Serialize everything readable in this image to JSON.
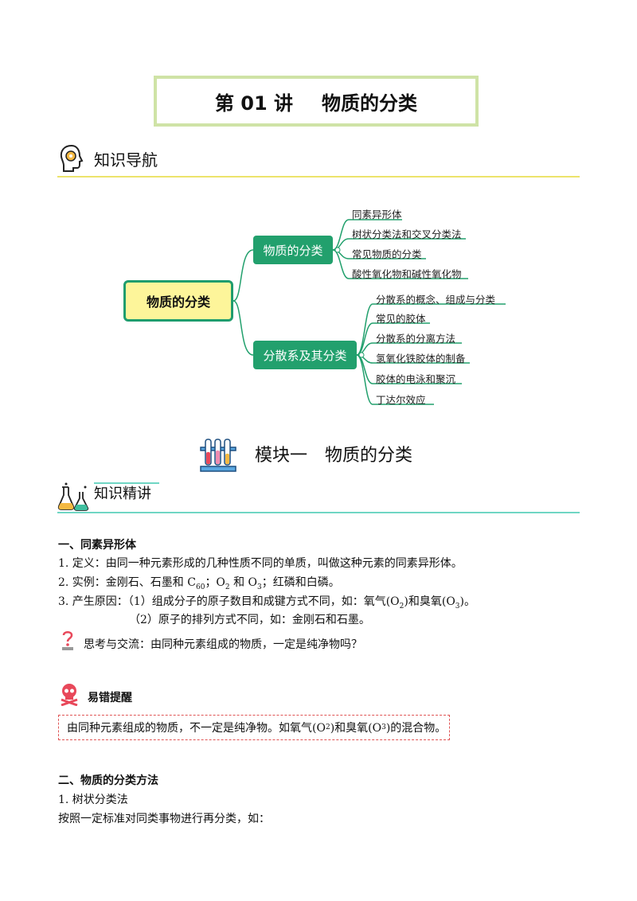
{
  "title": {
    "part1": "第 01 讲",
    "part2": "物质的分类"
  },
  "nav": {
    "heading": "知识导航"
  },
  "mindmap": {
    "root": "物质的分类",
    "branch1": {
      "label": "物质的分类",
      "leaves": [
        "同素异形体",
        "树状分类法和交叉分类法",
        "常见物质的分类",
        "酸性氧化物和碱性氧化物"
      ]
    },
    "branch2": {
      "label": "分散系及其分类",
      "leaves": [
        "分散系的概念、组成与分类",
        "常见的胶体",
        "分散系的分离方法",
        "氢氧化铁胶体的制备",
        "胶体的电泳和聚沉",
        "丁达尔效应"
      ]
    }
  },
  "module": {
    "part1": "模块一",
    "part2": "物质的分类"
  },
  "lecture": {
    "heading": "知识精讲"
  },
  "section1": {
    "heading": "一、同素异形体",
    "def": "1. 定义：由同一种元素形成的几种性质不同的单质，叫做这种元素的同素异形体。",
    "example": {
      "a": "2. 实例：金刚石、石墨和 C",
      "a_sub": "60",
      "b": "；O",
      "b_sub": "2",
      "c": " 和 O",
      "c_sub": "3",
      "d": "；红磷和白磷。"
    },
    "cause1": {
      "a": "3. 产生原因：（1）组成分子的原子数目和成键方式不同，如：氧气(O",
      "a_sub": "2",
      "b": ")和臭氧(O",
      "b_sub": "3",
      "c": ")。"
    },
    "cause2": "（2）原子的排列方式不同，如：金刚石和石墨。",
    "think": "思考与交流：由同种元素组成的物质，一定是纯净物吗？",
    "warn_title": "易错提醒",
    "warn": {
      "a": "由同种元素组成的物质，不一定是纯净物。如氧气(O",
      "a_sub": "2",
      "b": ")和臭氧(O",
      "b_sub": "3",
      "c": ")的混合物。"
    }
  },
  "section2": {
    "heading": "二、物质的分类方法",
    "sub1": "1. 树状分类法",
    "text": "按照一定标准对同类事物进行再分类，如："
  },
  "colors": {
    "accent_green": "#22a06d",
    "root_fill": "#fdf59a",
    "title_border": "#cfe3a6",
    "rule_yellow": "#ece36b",
    "rule_teal": "#6fd6c4",
    "warn_red": "#e05555"
  },
  "icons": [
    "brain-gear-icon",
    "flask-icon",
    "test-tube-rack-icon",
    "question-figure-icon",
    "skull-icon"
  ]
}
